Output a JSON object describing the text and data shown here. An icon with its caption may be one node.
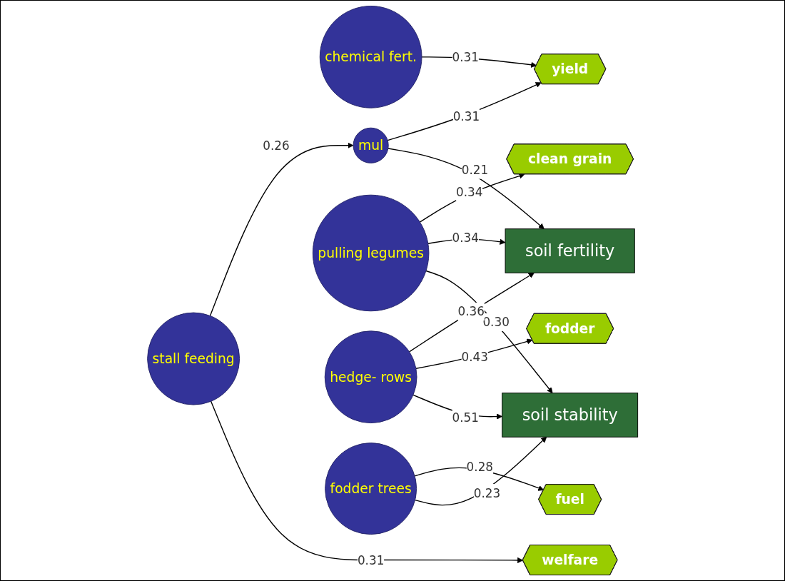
{
  "diagram": {
    "nodes": [
      {
        "text": [
          "chemical fert."
        ]
      },
      {
        "text": [
          "yield"
        ]
      },
      {
        "text": [
          "mul"
        ]
      },
      {
        "text": [
          "stall feeding"
        ]
      },
      {
        "text": [
          "soil fertility"
        ]
      },
      {
        "text": [
          "clean grain"
        ]
      },
      {
        "text": [
          "pulling legumes"
        ]
      },
      {
        "text": [
          "welfare"
        ]
      },
      {
        "text": [
          "fodder"
        ]
      },
      {
        "text": [
          "hedge- rows"
        ]
      },
      {
        "text": [
          "soil stability"
        ]
      },
      {
        "text": [
          "fuel"
        ]
      },
      {
        "text": [
          "fodder trees"
        ]
      }
    ],
    "edges": [
      {
        "from": 0,
        "to": 1,
        "arrow": "to",
        "label": "0.31"
      },
      {
        "from": 2,
        "to": 1,
        "arrow": "to",
        "label": "0.31"
      },
      {
        "from": 2,
        "to": 4,
        "arrow": "to",
        "label": "0.21"
      },
      {
        "from": 3,
        "to": 2,
        "arrow": "to",
        "label": "0.26"
      },
      {
        "from": 3,
        "to": 7,
        "arrow": "to",
        "label": "0.31"
      },
      {
        "from": 6,
        "to": 5,
        "arrow": "to",
        "label": "0.34"
      },
      {
        "from": 6,
        "to": 4,
        "arrow": "to",
        "label": "0.34"
      },
      {
        "from": 6,
        "to": 10,
        "arrow": "to",
        "label": "0.30"
      },
      {
        "from": 9,
        "to": 4,
        "arrow": "to",
        "label": "0.36"
      },
      {
        "from": 9,
        "to": 8,
        "arrow": "to",
        "label": "0.43"
      },
      {
        "from": 9,
        "to": 10,
        "arrow": "to",
        "label": "0.51"
      },
      {
        "from": 12,
        "to": 11,
        "arrow": "to",
        "label": "0.28"
      },
      {
        "from": 12,
        "to": 10,
        "arrow": "to",
        "label": "0.23"
      }
    ]
  }
}
